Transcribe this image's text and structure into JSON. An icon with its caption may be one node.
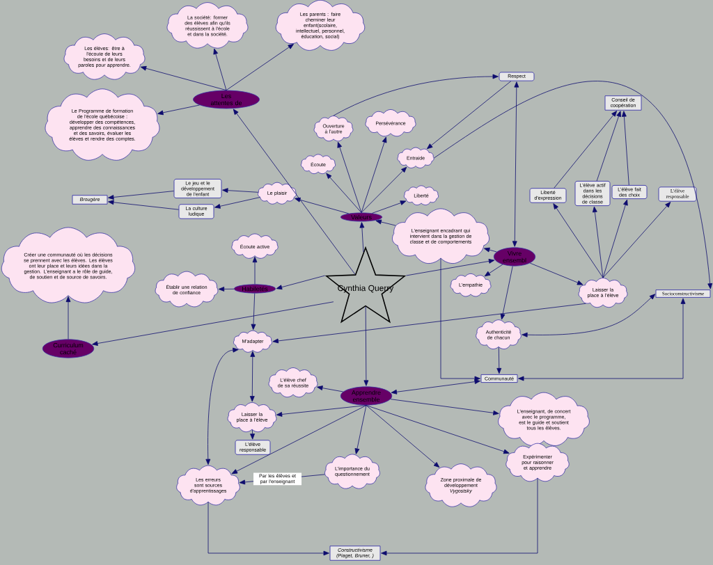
{
  "diagram": {
    "nodes": [
      {
        "text": [
          "Cynthia Querry"
        ]
      },
      {
        "text": [
          "Les attentes de"
        ]
      },
      {
        "text": [
          "Les élèves: être à l'écoute de leurs besoins et de leurs paroles pour apprendre."
        ]
      },
      {
        "text": [
          "La société: former des élèves afin qu'ils réussissent à l'école et dans la société."
        ]
      },
      {
        "text": [
          "Les parents : faire cheminer leur enfant(scolaire, intellectuel, personnel, éducation, social)"
        ]
      },
      {
        "text": [
          "Le Programme de formation de l'école québécoise : développer des compétences, apprendre des connaissances et des savoirs, évaluer les élèves et rendre des comptes."
        ]
      },
      {
        "text": [
          "Valeurs"
        ]
      },
      {
        "text": [
          "Ouverture à l'autre"
        ]
      },
      {
        "text": [
          "Persévérance"
        ]
      },
      {
        "text": [
          "Écoute"
        ]
      },
      {
        "text": [
          "Entraide"
        ]
      },
      {
        "text": [
          "Liberté"
        ]
      },
      {
        "text": [
          "Le plaisir"
        ]
      },
      {
        "text": [
          "Le jeu et le développement de l'enfant"
        ]
      },
      {
        "text": [
          "La culture ludique"
        ]
      },
      {
        "text": [
          "Brougère"
        ]
      },
      {
        "text": [
          "Respect"
        ]
      },
      {
        "text": [
          "L'enseignant encadrant qui intervient dans la gestion de classe et de comportements"
        ]
      },
      {
        "text": [
          "Vivre ensembl"
        ]
      },
      {
        "text": [
          "Conseil de coopération"
        ]
      },
      {
        "text": [
          "Liberté d'expression"
        ]
      },
      {
        "text": [
          "L'élève actif dans les décisions de classe"
        ]
      },
      {
        "text": [
          "L'élève fait des choix"
        ]
      },
      {
        "text": [
          "L'élève responsable"
        ]
      },
      {
        "text": [
          "Laisser la place à l'élève"
        ]
      },
      {
        "text": [
          "Socioconstructivisme"
        ]
      },
      {
        "text": [
          "L'empathie"
        ]
      },
      {
        "text": [
          "Authenticité de chacun"
        ]
      },
      {
        "text": [
          "Communauté"
        ]
      },
      {
        "text": [
          "Habiletés"
        ]
      },
      {
        "text": [
          "Écoute active"
        ]
      },
      {
        "text": [
          "Établir une relation de confiance"
        ]
      },
      {
        "text": [
          "M'adapter"
        ]
      },
      {
        "text": [
          "Créer une communauté où les décisions se prennent avec les élèves. Les élèves ont leur place et leurs idées dans la gestion. L'enseignant a le rôle de guide, de soutien et de source de savoirs."
        ]
      },
      {
        "text": [
          "Curriculum caché"
        ]
      },
      {
        "text": [
          "Apprendre ensemble"
        ]
      },
      {
        "text": [
          "L'élève chef de sa réussite"
        ]
      },
      {
        "text": [
          "Laisser la place à l'élève"
        ]
      },
      {
        "text": [
          "L'élève responsable"
        ]
      },
      {
        "text": [
          "L'importance du questionnement"
        ]
      },
      {
        "text": [
          "Les erreurs sont sources d'apprentissages"
        ]
      },
      {
        "text": [
          "L'enseignant, de concert avec le programme, est le guide et soutient tous les élèves."
        ]
      },
      {
        "text": [
          "Zone proximale de développement *Vygostsky*"
        ]
      },
      {
        "text": [
          "Expérimenter pour raisonner et apprendre"
        ]
      },
      {
        "text": [
          "Constructivisme (Piaget, Bruner, )"
        ]
      }
    ],
    "edges": [
      {
        "from": 1,
        "to": 2,
        "arrow": "to"
      },
      {
        "from": 1,
        "to": 3,
        "arrow": "to"
      },
      {
        "from": 1,
        "to": 4,
        "arrow": "to"
      },
      {
        "from": 1,
        "to": 5,
        "arrow": "to"
      },
      {
        "from": 0,
        "to": 1,
        "arrow": "to"
      },
      {
        "from": 0,
        "to": 6,
        "arrow": "to"
      },
      {
        "from": 0,
        "to": 29,
        "arrow": "to"
      },
      {
        "from": 0,
        "to": 18,
        "arrow": "to"
      },
      {
        "from": 0,
        "to": 34,
        "arrow": "to"
      },
      {
        "from": 0,
        "to": 35,
        "arrow": "to"
      },
      {
        "from": 6,
        "to": 7,
        "arrow": "to"
      },
      {
        "from": 6,
        "to": 8,
        "arrow": "to"
      },
      {
        "from": 6,
        "to": 9,
        "arrow": "to"
      },
      {
        "from": 6,
        "to": 10,
        "arrow": "to"
      },
      {
        "from": 6,
        "to": 11,
        "arrow": "to"
      },
      {
        "from": 6,
        "to": 12,
        "arrow": "to"
      },
      {
        "from": 17,
        "to": 6,
        "arrow": "to"
      },
      {
        "from": 7,
        "to": 16,
        "arrow": "to"
      },
      {
        "from": 16,
        "to": 10,
        "arrow": "to"
      },
      {
        "from": 10,
        "to": 25,
        "arrow": "to"
      },
      {
        "from": 16,
        "to": 18,
        "arrow": "both"
      },
      {
        "from": 12,
        "to": 13,
        "arrow": "to"
      },
      {
        "from": 12,
        "to": 14,
        "arrow": "to"
      },
      {
        "from": 13,
        "to": 15,
        "arrow": "to"
      },
      {
        "from": 14,
        "to": 15,
        "arrow": "to"
      },
      {
        "from": 18,
        "to": 17,
        "arrow": "to"
      },
      {
        "from": 18,
        "to": 26,
        "arrow": "to"
      },
      {
        "from": 18,
        "to": 27,
        "arrow": "to"
      },
      {
        "from": 18,
        "to": 24,
        "arrow": "to"
      },
      {
        "from": 24,
        "to": 20,
        "arrow": "to"
      },
      {
        "from": 24,
        "to": 21,
        "arrow": "to"
      },
      {
        "from": 24,
        "to": 22,
        "arrow": "to"
      },
      {
        "from": 24,
        "to": 23,
        "arrow": "to"
      },
      {
        "from": 20,
        "to": 19,
        "arrow": "to"
      },
      {
        "from": 21,
        "to": 19,
        "arrow": "to"
      },
      {
        "from": 22,
        "to": 19,
        "arrow": "to"
      },
      {
        "from": 24,
        "to": 32,
        "arrow": "to"
      },
      {
        "from": 27,
        "to": 25,
        "arrow": "both"
      },
      {
        "from": 27,
        "to": 28,
        "arrow": "to"
      },
      {
        "from": 28,
        "to": 25,
        "arrow": "both"
      },
      {
        "from": 17,
        "to": 28,
        "arrow": "to"
      },
      {
        "from": 35,
        "to": 28,
        "arrow": "both"
      },
      {
        "from": 29,
        "to": 30,
        "arrow": "to"
      },
      {
        "from": 29,
        "to": 31,
        "arrow": "to"
      },
      {
        "from": 29,
        "to": 32,
        "arrow": "to"
      },
      {
        "from": 34,
        "to": 33,
        "arrow": "to"
      },
      {
        "from": 32,
        "to": 37,
        "arrow": "both"
      },
      {
        "from": 40,
        "to": 32,
        "arrow": "both"
      },
      {
        "from": 35,
        "to": 36,
        "arrow": "to"
      },
      {
        "from": 35,
        "to": 37,
        "arrow": "to"
      },
      {
        "from": 35,
        "to": 39,
        "arrow": "to"
      },
      {
        "from": 35,
        "to": 40,
        "arrow": "to"
      },
      {
        "from": 35,
        "to": 41,
        "arrow": "to"
      },
      {
        "from": 35,
        "to": 42,
        "arrow": "to"
      },
      {
        "from": 35,
        "to": 43,
        "arrow": "to"
      },
      {
        "from": 37,
        "to": 38,
        "arrow": "to"
      },
      {
        "from": 39,
        "to": 40,
        "arrow": "to",
        "label": "Par les élèves et par l'enseignant"
      },
      {
        "from": 40,
        "to": 44,
        "arrow": "to"
      },
      {
        "from": 43,
        "to": 44,
        "arrow": "to"
      }
    ]
  }
}
